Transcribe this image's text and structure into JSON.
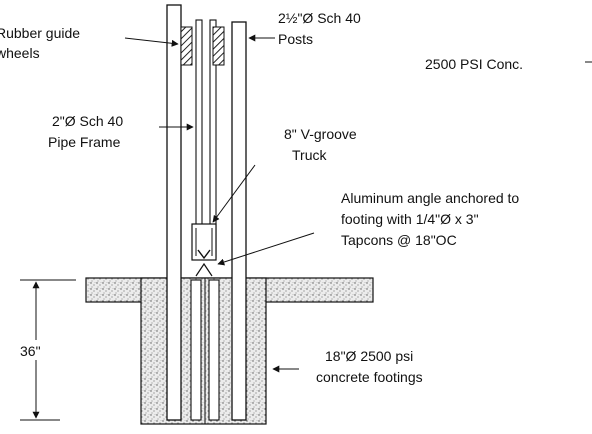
{
  "labels": {
    "rubber_guide_line1": "Rubber guide",
    "rubber_guide_line2": "wheels",
    "posts_line1": "2½\"Ø Sch 40",
    "posts_line2": "Posts",
    "conc_psi": "2500 PSI Conc.",
    "pipe_frame_line1": "2\"Ø Sch 40",
    "pipe_frame_line2": "Pipe Frame",
    "truck_line1": "8\" V-groove",
    "truck_line2": "Truck",
    "angle_line1": "Aluminum angle anchored to",
    "angle_line2": "footing with 1/4\"Ø x 3\"",
    "angle_line3": "Tapcons @ 18\"OC",
    "depth": "36\"",
    "footing_line1": "18\"Ø 2500 psi",
    "footing_line2": "concrete footings"
  },
  "colors": {
    "line": "#111111",
    "concrete_fill": "#e4e4e4",
    "background": "#ffffff"
  }
}
